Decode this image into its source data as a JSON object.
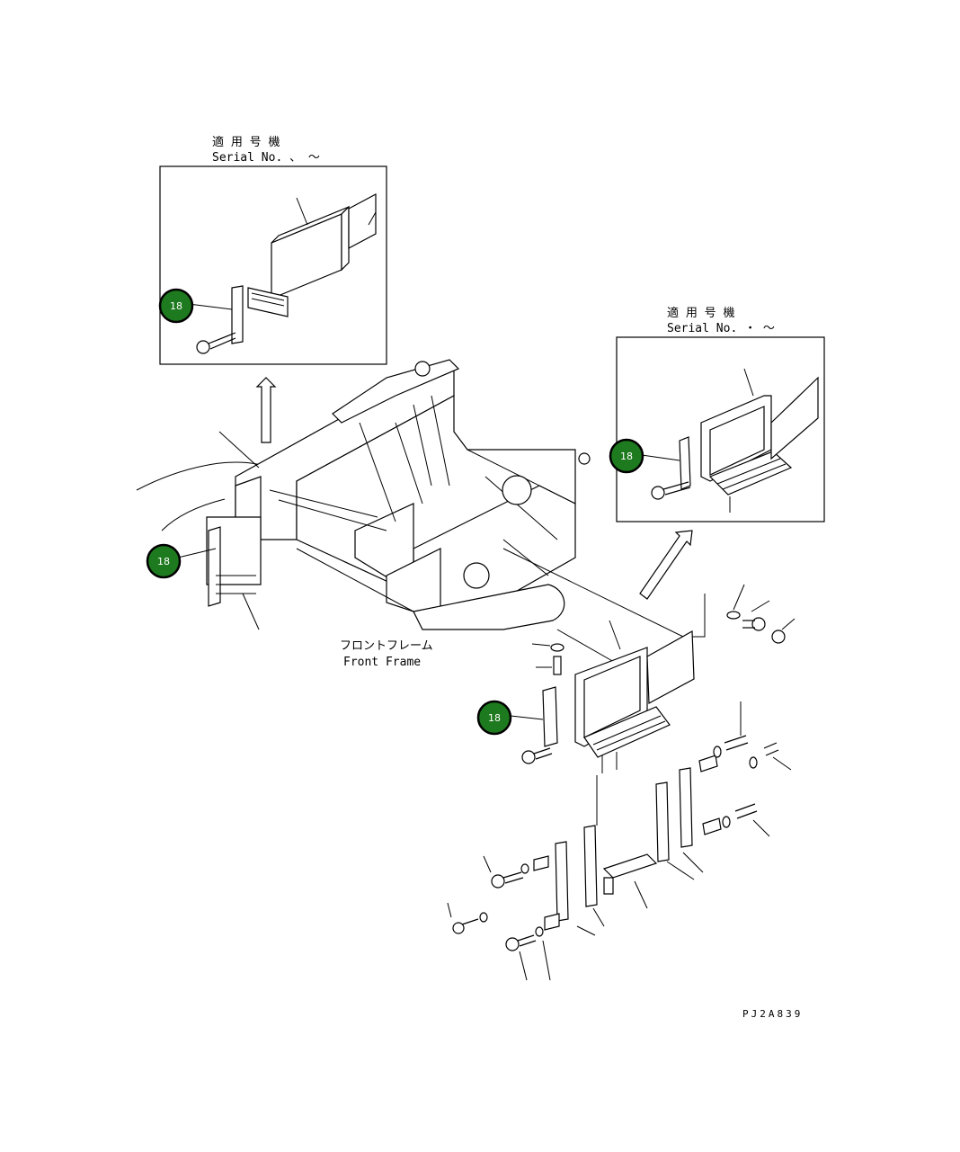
{
  "callout_color": "#1e7a1e",
  "inset_top": {
    "heading_jp": "適 用 号 機",
    "heading_en": "Serial No.  、 ～",
    "callout": "18"
  },
  "inset_right": {
    "heading_jp": "適 用 号 機",
    "heading_en": "Serial No.  ・ ～",
    "callout": "18"
  },
  "main": {
    "frame_label_jp": "フロントフレーム",
    "frame_label_en": "Front Frame",
    "callout_left": "18",
    "callout_step": "18"
  },
  "drawing_code": "PJ2A839"
}
